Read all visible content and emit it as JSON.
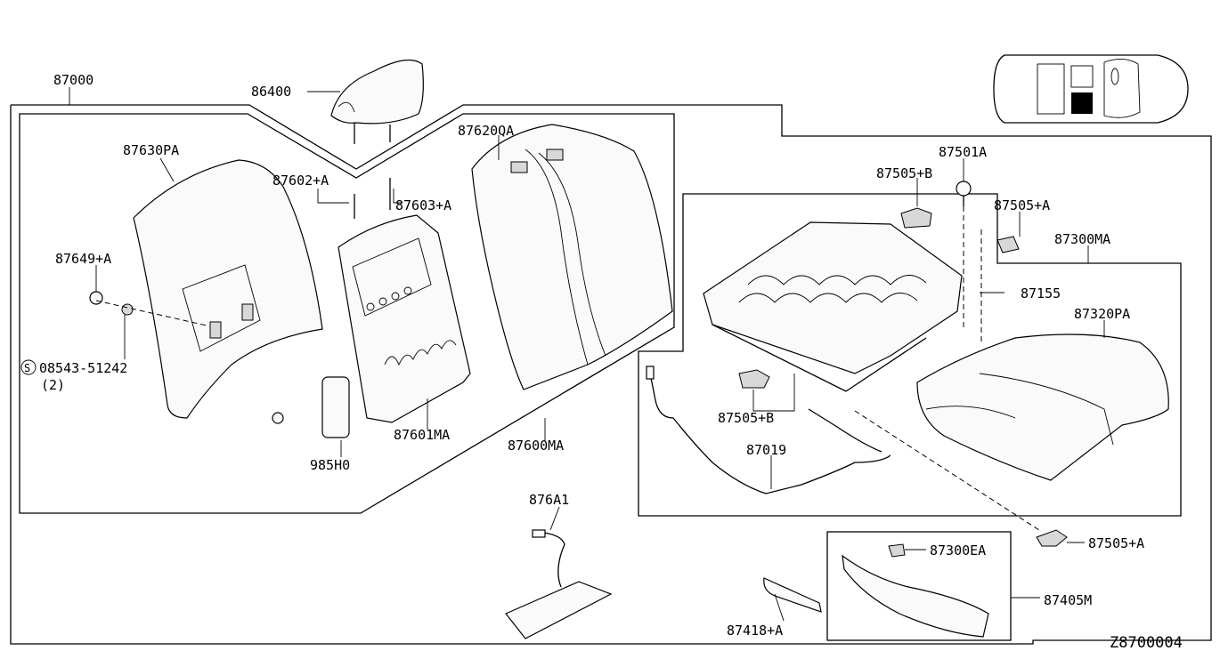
{
  "diagram_id": "Z8700004",
  "labels": {
    "l87000": "87000",
    "l86400": "86400",
    "l87630PA": "87630PA",
    "l87602A": "87602+A",
    "l87603A": "87603+A",
    "l87620QA": "87620QA",
    "l87649A": "87649+A",
    "l08543": "08543-51242",
    "l08543_s": "S",
    "l08543_qty": "(2)",
    "l985H0": "985H0",
    "l87601MA": "87601MA",
    "l87600MA": "87600MA",
    "l87501A": "87501A",
    "l87505B_top": "87505+B",
    "l87505A_top": "87505+A",
    "l87300MA": "87300MA",
    "l87155": "87155",
    "l87320PA": "87320PA",
    "l87505B_mid": "87505+B",
    "l87019": "87019",
    "l876A1": "876A1",
    "l87505A_bot": "87505+A",
    "l87300EA": "87300EA",
    "l87405M": "87405M",
    "l87418A": "87418+A"
  },
  "colors": {
    "ink": "#000000",
    "paper": "#ffffff",
    "shade": "#d8d8d8"
  }
}
